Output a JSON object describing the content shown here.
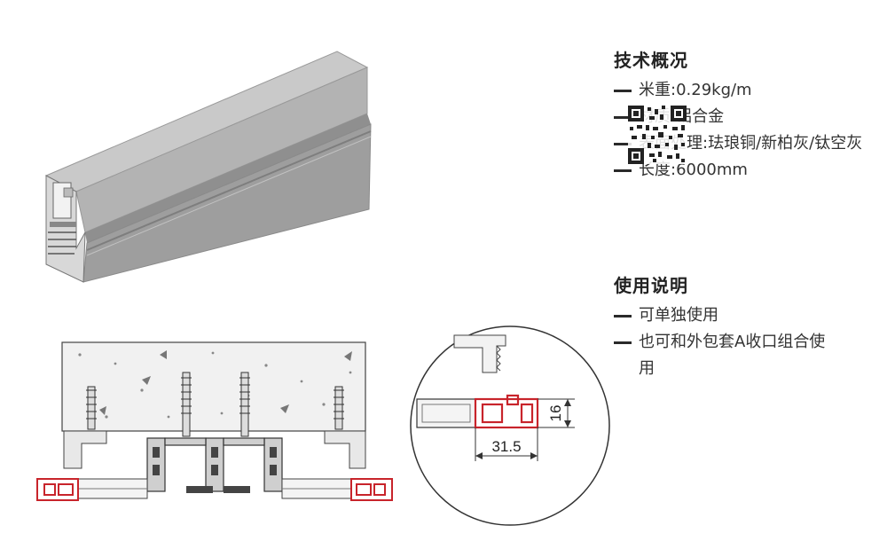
{
  "specs": {
    "title": "技术概况",
    "items": [
      {
        "text": "米重:0.29kg/m"
      },
      {
        "text": "材质:铝合金"
      },
      {
        "text": "表面处理:珐琅铜/新柏灰/钛空灰"
      },
      {
        "text": "长度:6000mm"
      }
    ]
  },
  "usage": {
    "title": "使用说明",
    "items": [
      {
        "text": "可单独使用"
      },
      {
        "text": "也可和外包套A收口组合使用"
      }
    ]
  },
  "dimensions": {
    "width": "31.5",
    "height": "16"
  },
  "colors": {
    "profile_face": "#a9a9a9",
    "profile_dark": "#7c7c7c",
    "accent_red": "#c8242b",
    "line": "#333333"
  },
  "icons": [
    "qr-code-icon"
  ]
}
